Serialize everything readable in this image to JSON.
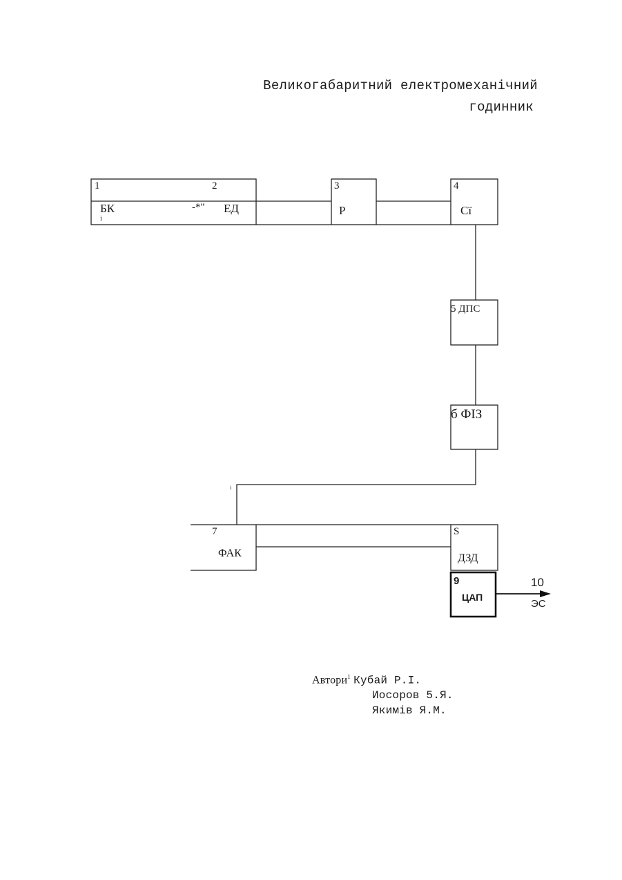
{
  "title": {
    "line1": "Великогабаритний електромеханічний",
    "line2": "годинник"
  },
  "diagram": {
    "block1": {
      "number": "1",
      "label": "БК",
      "mark": "i"
    },
    "block2": {
      "number": "2",
      "label": "ЕД",
      "prefix": "-*\""
    },
    "block3": {
      "number": "3",
      "label": "Р"
    },
    "block4": {
      "number": "4",
      "label": "Сї"
    },
    "block5": {
      "label": "5 ДПС"
    },
    "block6": {
      "label": "б ФІЗ"
    },
    "junction_mark": "i",
    "block7": {
      "number": "7",
      "label": "ФАК"
    },
    "block8": {
      "number": "S",
      "label": "ДЗД"
    },
    "block9": {
      "number": "9",
      "label": "ЦАП"
    },
    "output10": {
      "number": "10",
      "label": "ЭС"
    }
  },
  "authors": {
    "prefix": "Автори",
    "sup": "1",
    "line1": "Кубай Р.І.",
    "line2": "Иосоров 5.Я.",
    "line3": "Якимів Я.М."
  }
}
